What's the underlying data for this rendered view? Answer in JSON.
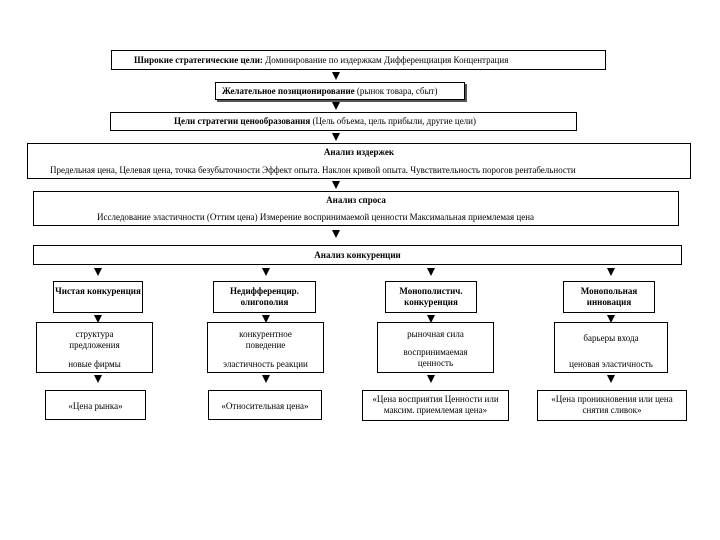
{
  "top": {
    "bold": "Широкие стратегические цели:",
    "normal": " Доминирование по издержкам   Дифференциация        Концентрация"
  },
  "positioning": {
    "bold": "Желательное позиционирование",
    "normal": " (рынок товара, сбыт)"
  },
  "pricing_goals": {
    "bold": "Цели стратегии ценообразования",
    "normal": " (Цель объема, цель прибыли, другие цели)"
  },
  "costs": {
    "title": "Анализ издержек",
    "items": "Предельная цена, Целевая цена, точка безубыточности    Эффект опыта. Наклон кривой опыта. Чувствительность порогов рентабельности"
  },
  "demand": {
    "title": "Анализ спроса",
    "items": "Исследование эластичности (Оттим цена)      Измерение воспринимаемой ценности   Максимальная приемлемая цена"
  },
  "competition": {
    "title": "Анализ конкуренции"
  },
  "columns": [
    {
      "type": "Чистая конкуренция",
      "factors": [
        "структура",
        "предложения",
        "новые фирмы"
      ],
      "price": "«Цена рынка»"
    },
    {
      "type": "Недифференцир. олигополия",
      "factors": [
        "конкурентное",
        "поведение",
        "эластичность реакции"
      ],
      "price": "«Относительная цена»"
    },
    {
      "type": "Монополистич. конкуренция",
      "factors": [
        "рыночная сила",
        "воспринимаемая",
        "ценность"
      ],
      "price": "«Цена восприятия Ценности или максим. приемлемая цена»"
    },
    {
      "type": "Монопольная инновация",
      "factors": [
        "барьеры входа",
        "",
        "ценовая эластичность"
      ],
      "price": "«Цена проникновения или цена снятия сливок»"
    }
  ]
}
